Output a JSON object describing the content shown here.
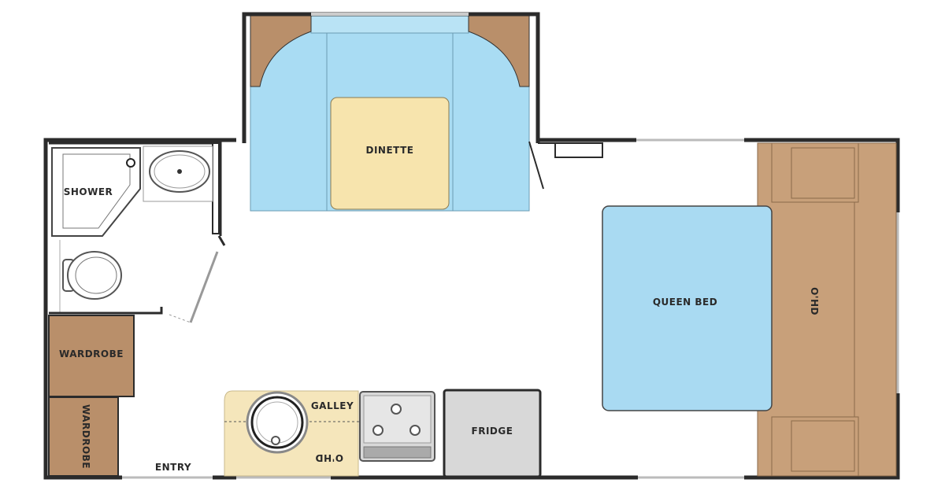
{
  "labels": {
    "dinette": "DINETTE",
    "shower": "SHOWER",
    "wardrobe_1": "WARDROBE",
    "wardrobe_2": "WARDROBE",
    "entry": "ENTRY",
    "galley": "GALLEY",
    "galley_ohd": "O'HD",
    "fridge": "FRIDGE",
    "queen_bed": "QUEEN BED",
    "bed_ohd": "O'HD"
  },
  "colors": {
    "wall": "#2b2b2b",
    "slideout_blue": "#a9dcf3",
    "bed_blue": "#a9daf2",
    "table_beige": "#f7e4ad",
    "cabinet_brown": "#b98f6a",
    "ohd_tan": "#c8a07a",
    "counter_yellow": "#f5e6bb",
    "appliance_gray": "#d8d8d8"
  }
}
